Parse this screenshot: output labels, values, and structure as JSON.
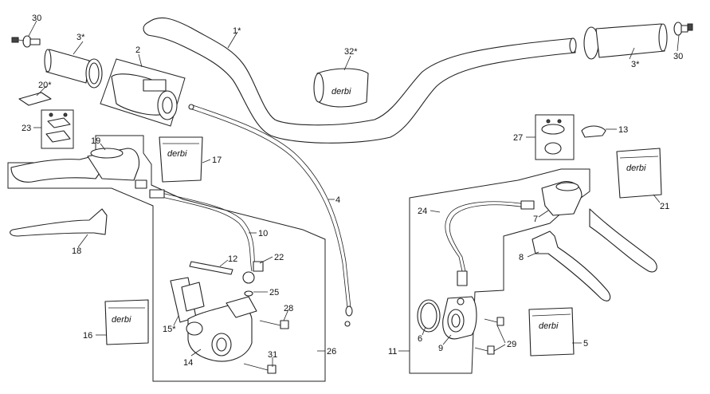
{
  "diagram": {
    "callouts": [
      {
        "id": "p30a",
        "text": "30"
      },
      {
        "id": "p3a",
        "text": "3*"
      },
      {
        "id": "p1",
        "text": "1*"
      },
      {
        "id": "p2",
        "text": "2"
      },
      {
        "id": "p20",
        "text": "20*"
      },
      {
        "id": "p23",
        "text": "23"
      },
      {
        "id": "p32",
        "text": "32*"
      },
      {
        "id": "p3b",
        "text": "3*"
      },
      {
        "id": "p30b",
        "text": "30"
      },
      {
        "id": "p19",
        "text": "19"
      },
      {
        "id": "p17",
        "text": "17"
      },
      {
        "id": "p4",
        "text": "4"
      },
      {
        "id": "p27",
        "text": "27"
      },
      {
        "id": "p13",
        "text": "13"
      },
      {
        "id": "p21",
        "text": "21"
      },
      {
        "id": "p24",
        "text": "24"
      },
      {
        "id": "p7",
        "text": "7"
      },
      {
        "id": "p10",
        "text": "10"
      },
      {
        "id": "p18",
        "text": "18"
      },
      {
        "id": "p12",
        "text": "12"
      },
      {
        "id": "p22",
        "text": "22"
      },
      {
        "id": "p8",
        "text": "8"
      },
      {
        "id": "p25",
        "text": "25"
      },
      {
        "id": "p15",
        "text": "15*"
      },
      {
        "id": "p28",
        "text": "28"
      },
      {
        "id": "p16",
        "text": "16"
      },
      {
        "id": "p14",
        "text": "14"
      },
      {
        "id": "p31",
        "text": "31"
      },
      {
        "id": "p26",
        "text": "26"
      },
      {
        "id": "p6",
        "text": "6"
      },
      {
        "id": "p9",
        "text": "9"
      },
      {
        "id": "p29",
        "text": "29"
      },
      {
        "id": "p5",
        "text": "5"
      },
      {
        "id": "p11",
        "text": "11"
      }
    ],
    "brand_mark": "derbi"
  }
}
